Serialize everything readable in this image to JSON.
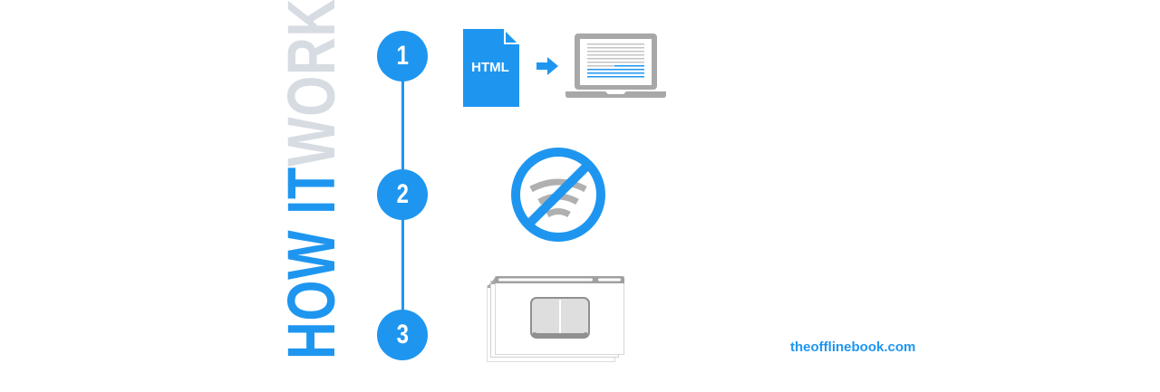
{
  "title": {
    "part1": "HOW IT ",
    "part2": "WORKS"
  },
  "steps": [
    {
      "number": "1",
      "description_icons": [
        "html-document-icon",
        "arrow-right-icon",
        "laptop-icon"
      ]
    },
    {
      "number": "2",
      "description_icons": [
        "no-wifi-icon"
      ]
    },
    {
      "number": "3",
      "description_icons": [
        "stacked-browser-windows-icon",
        "book-icon"
      ]
    }
  ],
  "html_document": {
    "label": "HTML"
  },
  "footer": {
    "link_text": "theofflinebook.com"
  },
  "colors": {
    "accent_blue": "#1e96f0",
    "title_gray": "#d7dce2",
    "icon_gray": "#a8a8a8",
    "light_gray": "#e0e0e0"
  }
}
